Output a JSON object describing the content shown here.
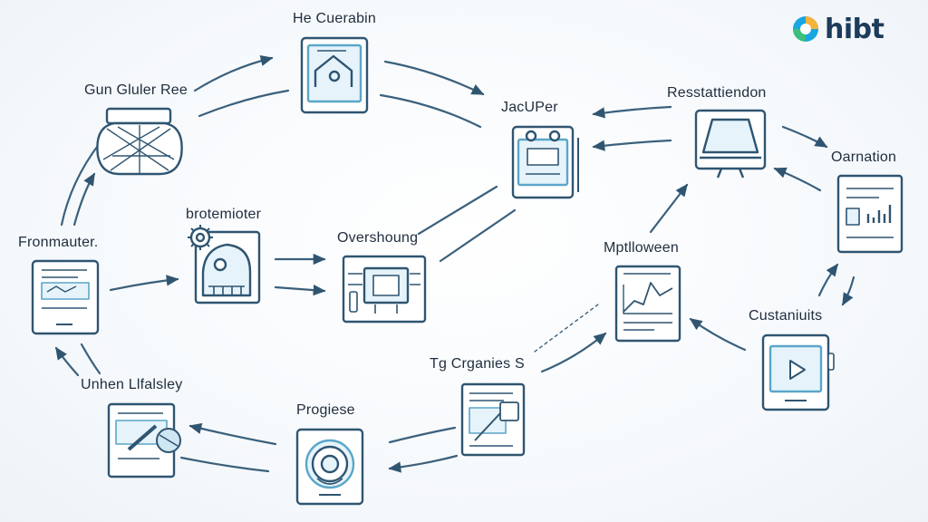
{
  "brand": {
    "name": "hibt",
    "colors": [
      "#1aa6e0",
      "#f2b43a",
      "#3bbf7a"
    ]
  },
  "colors": {
    "stroke": "#2f5571",
    "fill": "#eef7fc",
    "accent": "#5aa6c8"
  },
  "nodes": {
    "he_cuerabin": {
      "label": "He Cuerabin",
      "icon": "house-tablet-icon"
    },
    "gun_gluler": {
      "label": "Gun Gluler Ree",
      "icon": "mesh-device-icon"
    },
    "jac_uper": {
      "label": "JacUPer",
      "icon": "control-panel-icon"
    },
    "resstattiendon": {
      "label": "Resstattiendon",
      "icon": "monitor-stand-icon"
    },
    "oarnation": {
      "label": "Oarnation",
      "icon": "bar-chart-document-icon"
    },
    "fronmauter": {
      "label": "Fronmauter.",
      "icon": "tablet-document-icon"
    },
    "brotemioter": {
      "label": "brotemioter",
      "icon": "gear-scan-icon"
    },
    "overshoung": {
      "label": "Overshoung",
      "icon": "circuit-board-icon"
    },
    "mptlloween": {
      "label": "Mptlloween",
      "icon": "line-chart-document-icon"
    },
    "custaniuits": {
      "label": "Custaniuits",
      "icon": "video-tablet-icon"
    },
    "unhen": {
      "label": "Unhen Llfalsley",
      "icon": "tools-document-icon"
    },
    "progiese": {
      "label": "Progiese",
      "icon": "target-tablet-icon"
    },
    "cgganies": {
      "label": "Tg Crganies S",
      "icon": "flow-document-icon"
    }
  }
}
